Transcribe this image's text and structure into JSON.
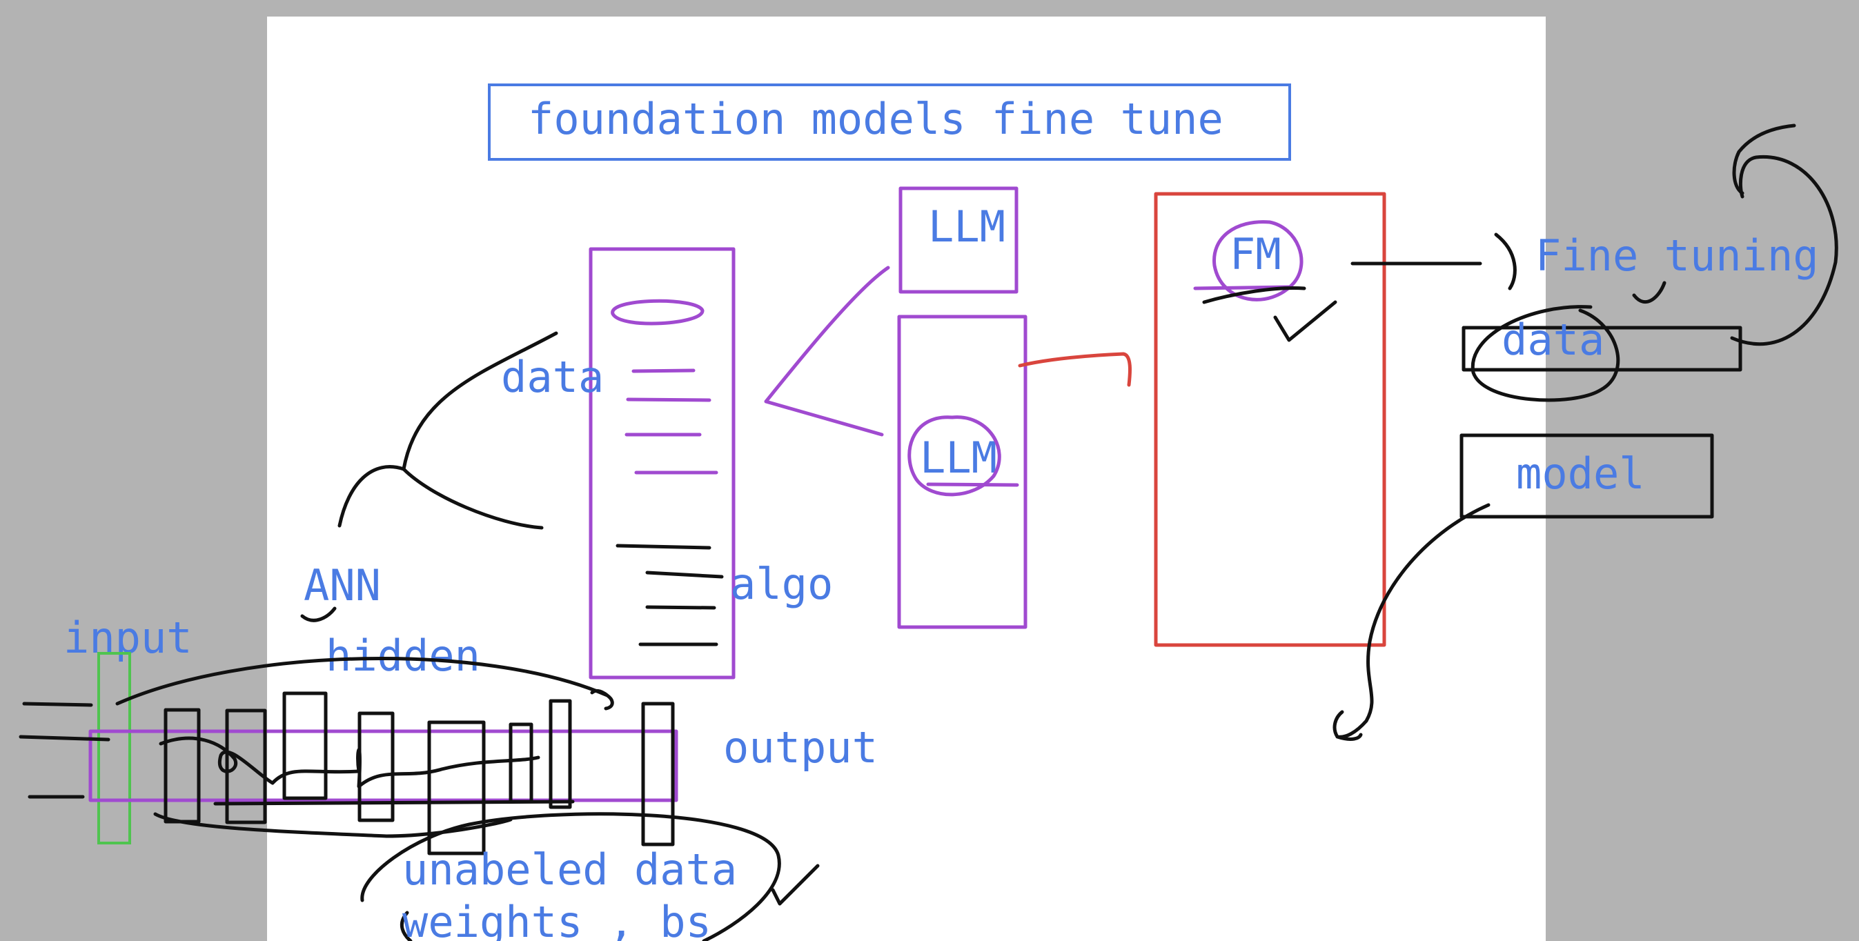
{
  "colors": {
    "background": "#b3b3b3",
    "paper": "#ffffff",
    "text_blue": "#4a7be3",
    "ink_black": "#111111",
    "ink_purple": "#a04ad0",
    "ink_red": "#d9453d",
    "ink_green": "#4fc44f"
  },
  "title": "foundation models fine tune",
  "labels": {
    "llm_top": "LLM",
    "llm_mid": "LLM",
    "fm": "FM",
    "fine_tuning": "Fine tuning",
    "data_right": "data",
    "model": "model",
    "data_left": "data",
    "ann": "ANN",
    "algo": "algo",
    "input": "input",
    "hidden": "hidden",
    "output": "output",
    "unlabeled": "unabeled data",
    "weights": "weights , bs"
  }
}
